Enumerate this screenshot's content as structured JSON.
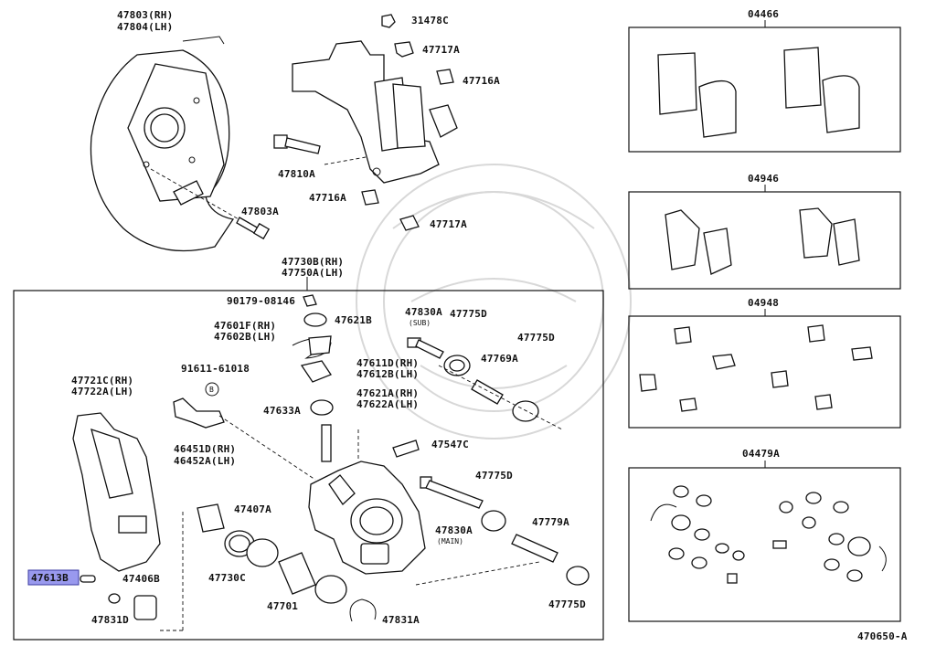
{
  "labels": {
    "p47803_47804": [
      "47803(RH)",
      "47804(LH)"
    ],
    "p31478C": "31478C",
    "p47717A_top": "47717A",
    "p47716A_top": "47716A",
    "p47810A": "47810A",
    "p47716A_mid": "47716A",
    "p47717A_mid": "47717A",
    "p47803A": "47803A",
    "p47730B_47750A": [
      "47730B(RH)",
      "47750A(LH)"
    ],
    "p90179": "90179-08146",
    "p47621B": "47621B",
    "p47601F_47602B": [
      "47601F(RH)",
      "47602B(LH)"
    ],
    "p47830A_sub": "47830A",
    "sub_note": "(SUB)",
    "p47775D_a": "47775D",
    "p47775D_b": "47775D",
    "p91611": "91611-61018",
    "p47611D_47612B": [
      "47611D(RH)",
      "47612B(LH)"
    ],
    "p47769A": "47769A",
    "p47721C_47722A": [
      "47721C(RH)",
      "47722A(LH)"
    ],
    "p47633A": "47633A",
    "p47621A_47622A": [
      "47621A(RH)",
      "47622A(LH)"
    ],
    "p46451D_46452A": [
      "46451D(RH)",
      "46452A(LH)"
    ],
    "p47547C": "47547C",
    "p47775D_c": "47775D",
    "p47407A": "47407A",
    "p47830A_main": "47830A",
    "main_note": "(MAIN)",
    "p47779A": "47779A",
    "p47613B": "47613B",
    "p47406B": "47406B",
    "p47730C": "47730C",
    "p47701": "47701",
    "p47775D_d": "47775D",
    "p47831D": "47831D",
    "p47831A": "47831A",
    "kit_04466": "04466",
    "kit_04946": "04946",
    "kit_04948": "04948",
    "kit_04479A": "04479A",
    "diagram_id": "470650-A",
    "b_mark": "B"
  }
}
